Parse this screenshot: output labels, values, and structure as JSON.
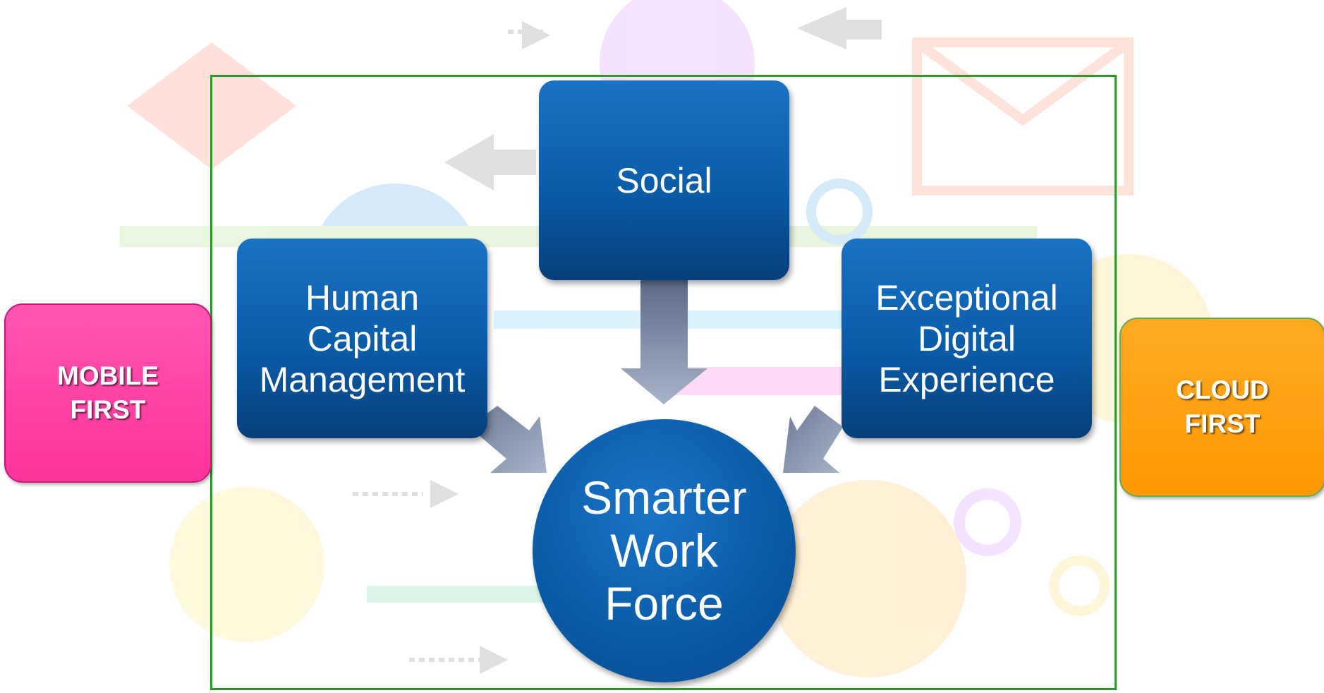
{
  "diagram": {
    "boxes": {
      "social": "Social",
      "human_capital": "Human\nCapital\nManagement",
      "digital_experience": "Exceptional\nDigital\nExperience"
    },
    "center": "Smarter\nWork\nForce",
    "badges": {
      "mobile_first": "MOBILE\nFIRST",
      "cloud_first": "CLOUD\nFIRST"
    }
  },
  "colors": {
    "box_blue": "#0a5ca8",
    "arrow_gray": "#7d8aa5",
    "frame_green": "#2a9a2a",
    "mobile_pink": "#ff3399",
    "cloud_orange": "#ff9900"
  },
  "icons": [
    "arrow-down-icon",
    "arrow-diagonal-icon"
  ]
}
